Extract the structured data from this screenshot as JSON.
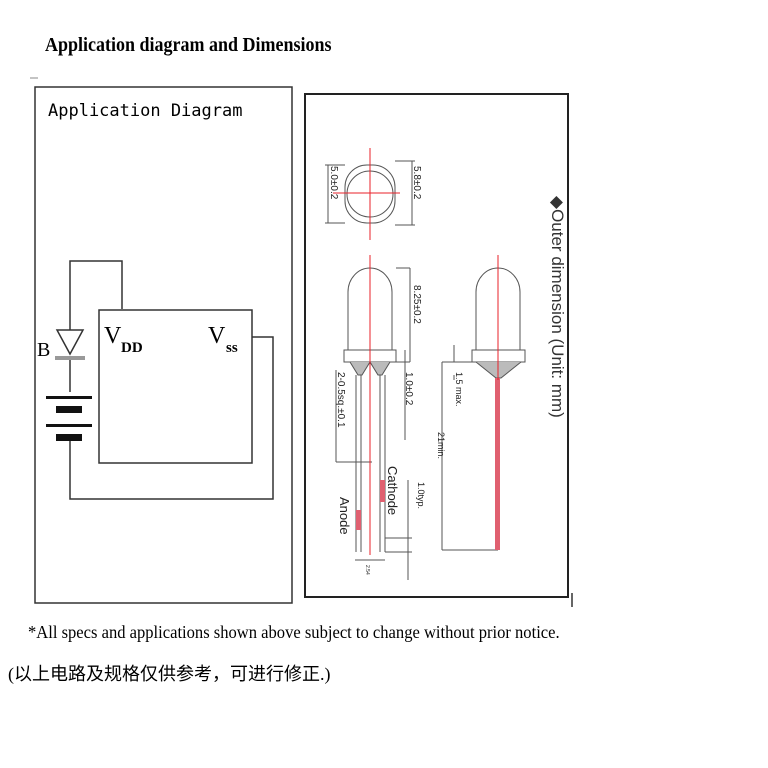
{
  "title": "Application diagram and Dimensions",
  "application": {
    "label": "Application Diagram",
    "b_label": "B",
    "vdd": "V",
    "vdd_sub": "DD",
    "vss": "V",
    "vss_sub": "ss"
  },
  "dimensions": {
    "heading": "◆Outer dimension (Unit: mm)",
    "labels": {
      "width_outer": "5.8±0.2",
      "width_inner": "5.0±0.2",
      "height": "8.25±0.2",
      "flange": "1.0±0.2",
      "lead": "2-0.5sq.±0.1",
      "cathode": "Cathode",
      "anode": "Anode",
      "max": "1.5 max.",
      "min": "21min.",
      "typ": "1.0typ.",
      "pitch": "2.54"
    },
    "colors": {
      "center_line": "#e8202a",
      "lead_red": "#e06070"
    }
  },
  "footer": {
    "notice": "*All specs and applications shown above subject to change without prior notice.",
    "notice_cn": "(以上电路及规格仅供参考，可进行修正.)"
  }
}
